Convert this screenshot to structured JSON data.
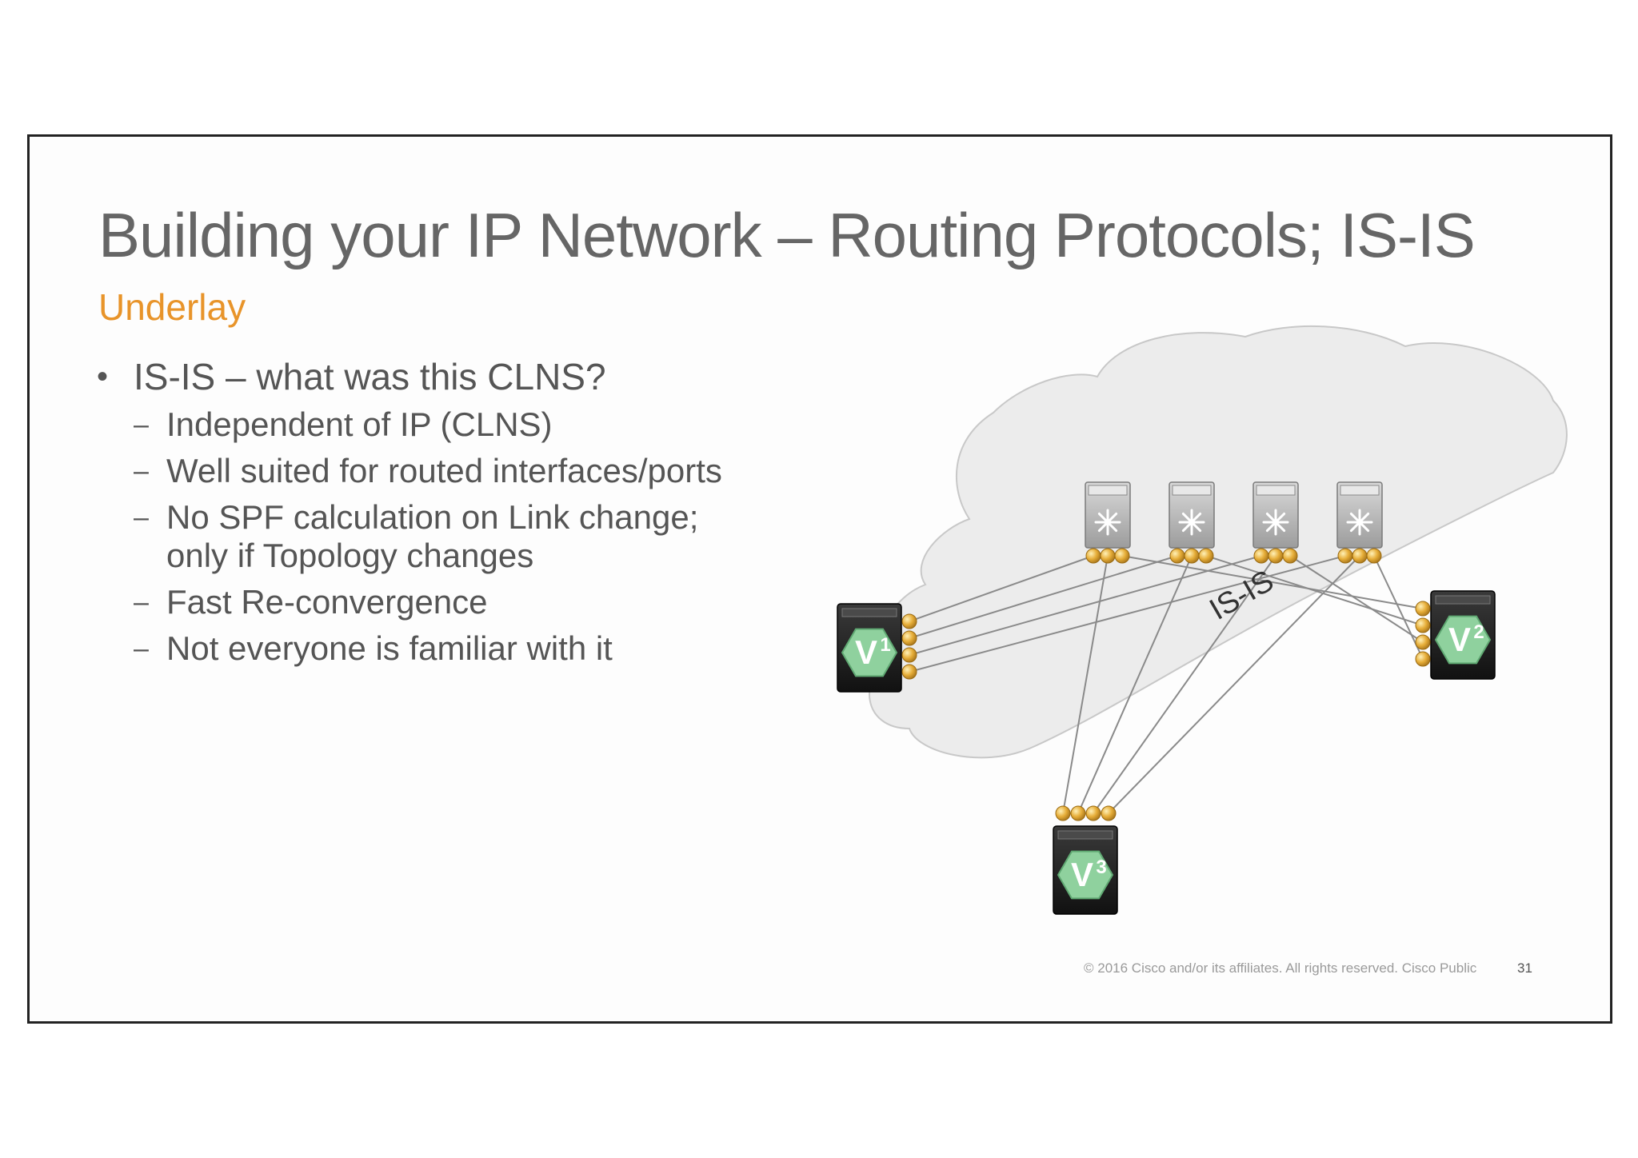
{
  "slide": {
    "title": "Building your IP Network – Routing Protocols; IS-IS",
    "subtitle": "Underlay",
    "bullet": {
      "text": "IS-IS – what was this CLNS?",
      "sub_items": [
        [
          "Independent of IP (CLNS)"
        ],
        [
          "Well suited for routed interfaces/ports"
        ],
        [
          "No SPF calculation on Link change;",
          "only if Topology changes"
        ],
        [
          "Fast Re-convergence"
        ],
        [
          "Not everyone is familiar with it"
        ]
      ]
    }
  },
  "diagram": {
    "cloud_label": "IS-IS",
    "spines": [
      "spine-1",
      "spine-2",
      "spine-3",
      "spine-4"
    ],
    "vteps": [
      {
        "letter": "V",
        "number": "1"
      },
      {
        "letter": "V",
        "number": "2"
      },
      {
        "letter": "V",
        "number": "3"
      }
    ],
    "colors": {
      "cloud": "#ececec",
      "cloud_stroke": "#c8c8c8",
      "port": "#e0a62e",
      "vtep_hex": "#8fd19e",
      "device_dark": "#1f1f1f",
      "spine_body": "#b9b9b9",
      "link": "#8a8a8a"
    }
  },
  "footer": {
    "copyright": "© 2016  Cisco and/or its affiliates. All rights reserved.   Cisco Public",
    "page_number": "31"
  }
}
